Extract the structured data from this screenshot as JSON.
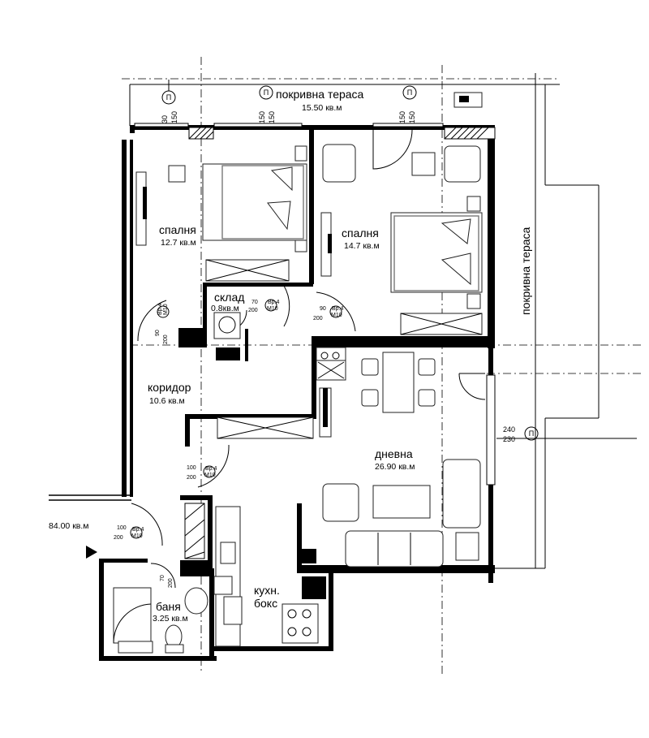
{
  "terrace_top": {
    "name": "покривна тераса",
    "area": "15.50 кв.м"
  },
  "terrace_right": {
    "name": "покривна тераса"
  },
  "total_area": "84.00 кв.м",
  "rooms": [
    {
      "id": "bedroom1",
      "name": "спалня",
      "area": "12.7 кв.м"
    },
    {
      "id": "bedroom2",
      "name": "спалня",
      "area": "14.7 кв.м"
    },
    {
      "id": "storage",
      "name": "склад",
      "area": "0.8кв.м"
    },
    {
      "id": "corridor",
      "name": "коридор",
      "area": "10.6 кв.м"
    },
    {
      "id": "living",
      "name": "дневна",
      "area": "26.90 кв.м"
    },
    {
      "id": "kitchen",
      "name_line1": "кухн.",
      "name_line2": "бокс"
    },
    {
      "id": "bathroom",
      "name": "баня",
      "area": "3.25 кв.м"
    }
  ],
  "axis_marker": "П",
  "dimensions": {
    "top_left_a": "30",
    "top_left_b": "150",
    "top_mid_a": "150",
    "top_mid_b": "150",
    "top_right_a": "150",
    "top_right_b": "150",
    "right_a": "240",
    "right_b": "230"
  },
  "doors": {
    "storage": {
      "w": "70",
      "h": "200",
      "tag": "Вр.4",
      "code": "М10"
    },
    "bedroom2": {
      "w": "90",
      "h": "200",
      "tag": "Вр.4",
      "code": "М10"
    },
    "bedroom1": {
      "w": "90",
      "h": "200",
      "tag": "Вр.4",
      "code": "М10"
    },
    "corridor": {
      "w": "100",
      "h": "200",
      "tag": "Вр.4",
      "code": "М10"
    },
    "entrance": {
      "w": "100",
      "h": "200",
      "tag": "Вр.4",
      "code": "М10"
    },
    "bathroom": {
      "w": "70",
      "h": "200"
    }
  }
}
